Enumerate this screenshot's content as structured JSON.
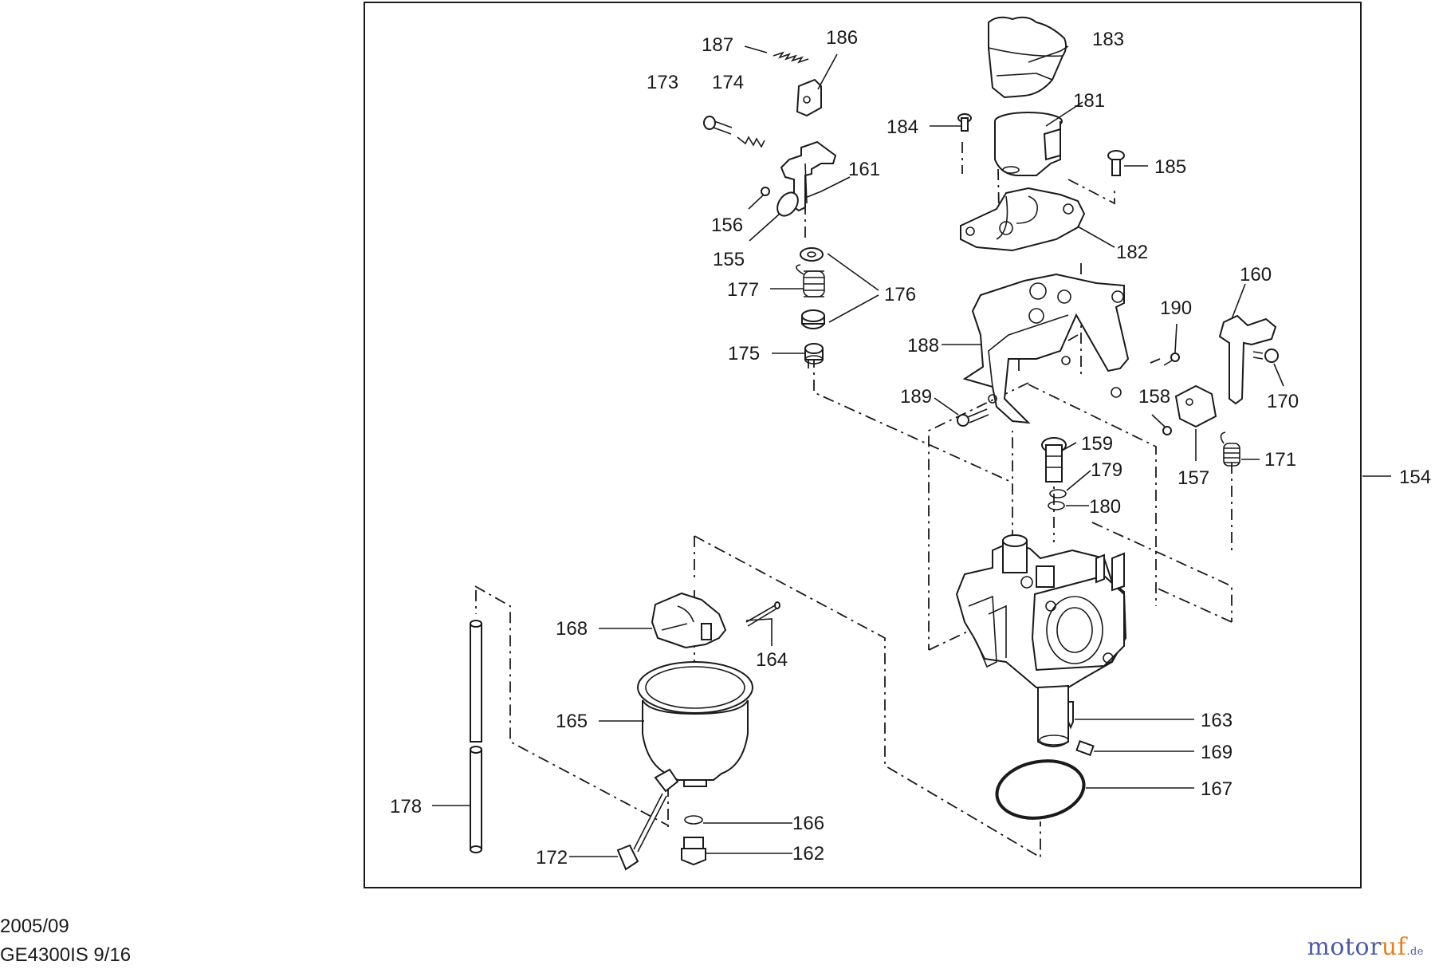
{
  "footer": {
    "date": "2005/09",
    "model_page": "GE4300IS 9/16"
  },
  "watermark": {
    "part1": "motor",
    "part2": "uf",
    "part3": ".de"
  },
  "callouts": {
    "c154": "154",
    "c155": "155",
    "c156": "156",
    "c157": "157",
    "c158": "158",
    "c159": "159",
    "c160": "160",
    "c161": "161",
    "c162": "162",
    "c163": "163",
    "c164": "164",
    "c165": "165",
    "c166": "166",
    "c167": "167",
    "c168": "168",
    "c169": "169",
    "c170": "170",
    "c171": "171",
    "c172": "172",
    "c173": "173",
    "c174": "174",
    "c175": "175",
    "c176": "176",
    "c177": "177",
    "c178": "178",
    "c179": "179",
    "c180": "180",
    "c181": "181",
    "c182": "182",
    "c183": "183",
    "c184": "184",
    "c185": "185",
    "c186": "186",
    "c187": "187",
    "c188": "188",
    "c189": "189",
    "c190": "190"
  },
  "colors": {
    "line": "#1a1a1a",
    "background": "#ffffff",
    "watermark_blue": "#4b5aa8",
    "watermark_orange": "#e2821f"
  }
}
